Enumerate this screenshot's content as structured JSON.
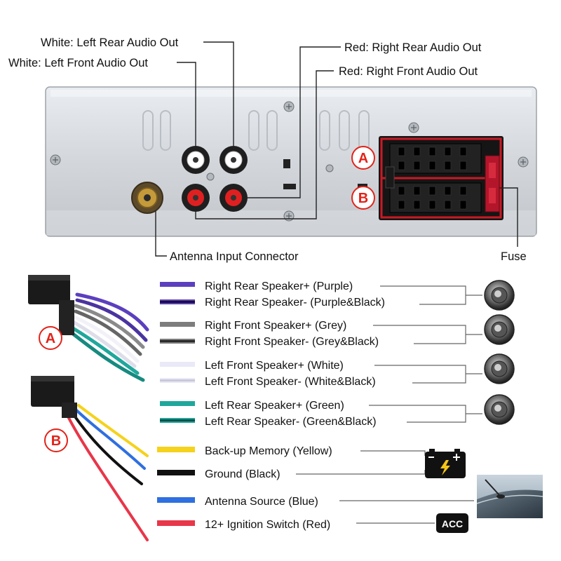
{
  "audio_labels": {
    "left_rear": "White: Left Rear Audio Out",
    "left_front": "White: Left Front Audio Out",
    "right_rear": "Red: Right Rear Audio Out",
    "right_front": "Red: Right Front Audio Out"
  },
  "antenna_connector_label": "Antenna Input Connector",
  "fuse_label": "Fuse",
  "connector_badges": {
    "a": "A",
    "b": "B"
  },
  "connector_a_wires": [
    {
      "label": "Right Rear Speaker+ (Purple)",
      "color": "#5b3fbf",
      "stripe": false,
      "icon": "speaker-icon"
    },
    {
      "label": "Right Rear Speaker- (Purple&Black)",
      "color": "#5b3fbf",
      "stripe": true,
      "icon": ""
    },
    {
      "label": "Right Front Speaker+ (Grey)",
      "color": "#7d7d7d",
      "stripe": false,
      "icon": "speaker-icon"
    },
    {
      "label": "Right Front Speaker- (Grey&Black)",
      "color": "#7d7d7d",
      "stripe": true,
      "icon": ""
    },
    {
      "label": "Left Front Speaker+ (White)",
      "color": "#e9e9f7",
      "stripe": false,
      "icon": "speaker-icon"
    },
    {
      "label": "Left Front Speaker- (White&Black)",
      "color": "#e9e9f7",
      "stripe": true,
      "icon": ""
    },
    {
      "label": "Left Rear Speaker+ (Green)",
      "color": "#20a79c",
      "stripe": false,
      "icon": "speaker-icon"
    },
    {
      "label": "Left Rear Speaker- (Green&Black)",
      "color": "#20a79c",
      "stripe": true,
      "icon": ""
    }
  ],
  "connector_b_wires": [
    {
      "label": "Back-up Memory (Yellow)",
      "color": "#f5d21c",
      "icon": "battery-icon"
    },
    {
      "label": "Ground (Black)",
      "color": "#111111",
      "icon": ""
    },
    {
      "label": "Antenna Source (Blue)",
      "color": "#2f6fe0",
      "icon": "car-antenna-photo"
    },
    {
      "label": "12+ Ignition Switch (Red)",
      "color": "#e8364a",
      "icon": "acc-icon"
    }
  ],
  "acc_label": "ACC"
}
